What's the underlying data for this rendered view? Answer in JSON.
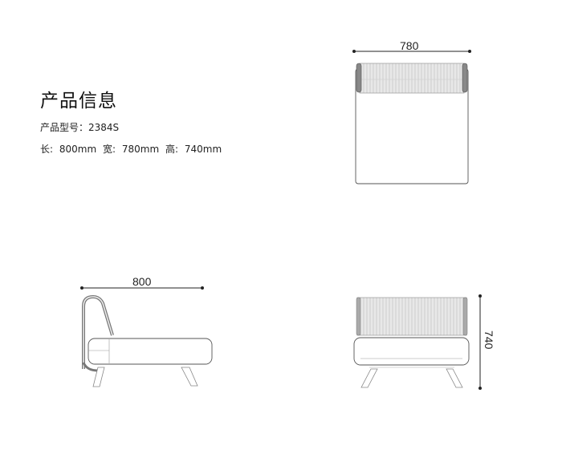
{
  "info": {
    "title": "产品信息",
    "model_label": "产品型号：",
    "model_value": "2384S",
    "length_label": "长:",
    "length_value": "800mm",
    "width_label": "宽:",
    "width_value": "780mm",
    "height_label": "高:",
    "height_value": "740mm"
  },
  "drawings": {
    "top_view": {
      "dimension": "780"
    },
    "side_view": {
      "dimension": "800"
    },
    "front_view": {
      "dimension": "740"
    }
  }
}
